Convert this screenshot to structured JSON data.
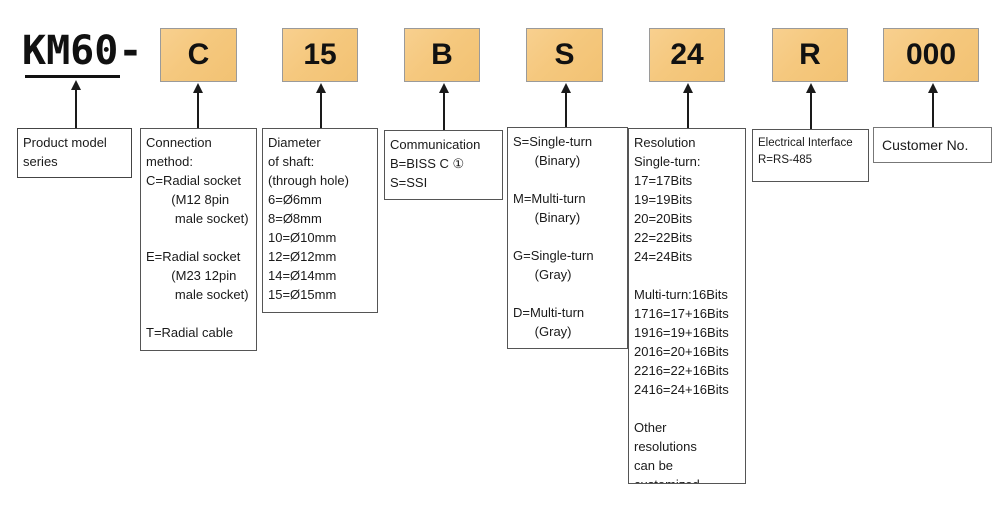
{
  "colors": {
    "code_box_fill": "#F5C87E",
    "code_box_border": "#9A9A9A",
    "desc_box_border": "#555555",
    "line_color": "#1A1A1A",
    "background": "#FFFFFF"
  },
  "diagram": {
    "prefix": {
      "label": "KM60-",
      "description": [
        "Product model",
        "series"
      ]
    },
    "segments": [
      {
        "code": "C",
        "description": [
          "Connection",
          "method:",
          "C=Radial socket",
          "       (M12 8pin",
          "        male socket)",
          "",
          "E=Radial socket",
          "       (M23 12pin",
          "        male socket)",
          "",
          "T=Radial cable"
        ]
      },
      {
        "code": "15",
        "description": [
          "Diameter",
          "of shaft:",
          "(through hole)",
          "6=Ø6mm",
          "8=Ø8mm",
          "10=Ø10mm",
          "12=Ø12mm",
          "14=Ø14mm",
          "15=Ø15mm"
        ]
      },
      {
        "code": "B",
        "description": [
          "Communication",
          "B=BISS C ①",
          "S=SSI"
        ]
      },
      {
        "code": "S",
        "description": [
          "S=Single-turn",
          "      (Binary)",
          "",
          "M=Multi-turn",
          "      (Binary)",
          "",
          "G=Single-turn",
          "      (Gray)",
          "",
          "D=Multi-turn",
          "      (Gray)"
        ]
      },
      {
        "code": "24",
        "description": [
          "Resolution",
          "Single-turn:",
          "17=17Bits",
          "19=19Bits",
          "20=20Bits",
          "22=22Bits",
          "24=24Bits",
          "",
          "Multi-turn:16Bits",
          "1716=17+16Bits",
          "1916=19+16Bits",
          "2016=20+16Bits",
          "2216=22+16Bits",
          "2416=24+16Bits",
          "",
          "Other",
          "resolutions",
          "can be",
          "customized"
        ]
      },
      {
        "code": "R",
        "description": [
          "Electrical Interface",
          "R=RS-485"
        ]
      },
      {
        "code": "000",
        "description": [
          "Customer No."
        ]
      }
    ]
  }
}
